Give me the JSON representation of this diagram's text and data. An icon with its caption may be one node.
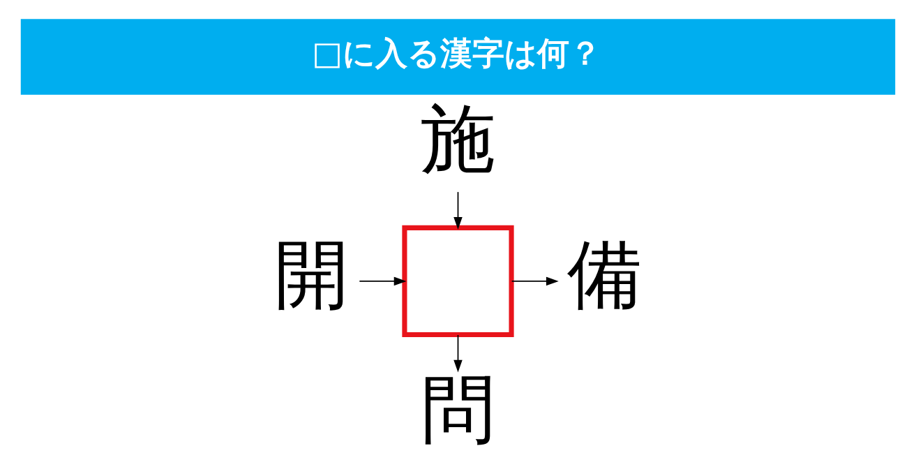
{
  "diagram": {
    "title": "□に入る漢字は何？",
    "nodes": [
      {
        "text": [
          "施"
        ]
      },
      {
        "text": [
          "開"
        ]
      },
      {
        "text": [],
        "shape": "box"
      },
      {
        "text": [
          "備"
        ]
      },
      {
        "text": [
          "問"
        ]
      }
    ],
    "edges": [
      {
        "from": 0,
        "to": 2,
        "arrow": "to"
      },
      {
        "from": 1,
        "to": 2,
        "arrow": "to"
      },
      {
        "from": 2,
        "to": 3,
        "arrow": "to"
      },
      {
        "from": 2,
        "to": 4,
        "arrow": "to"
      }
    ]
  }
}
